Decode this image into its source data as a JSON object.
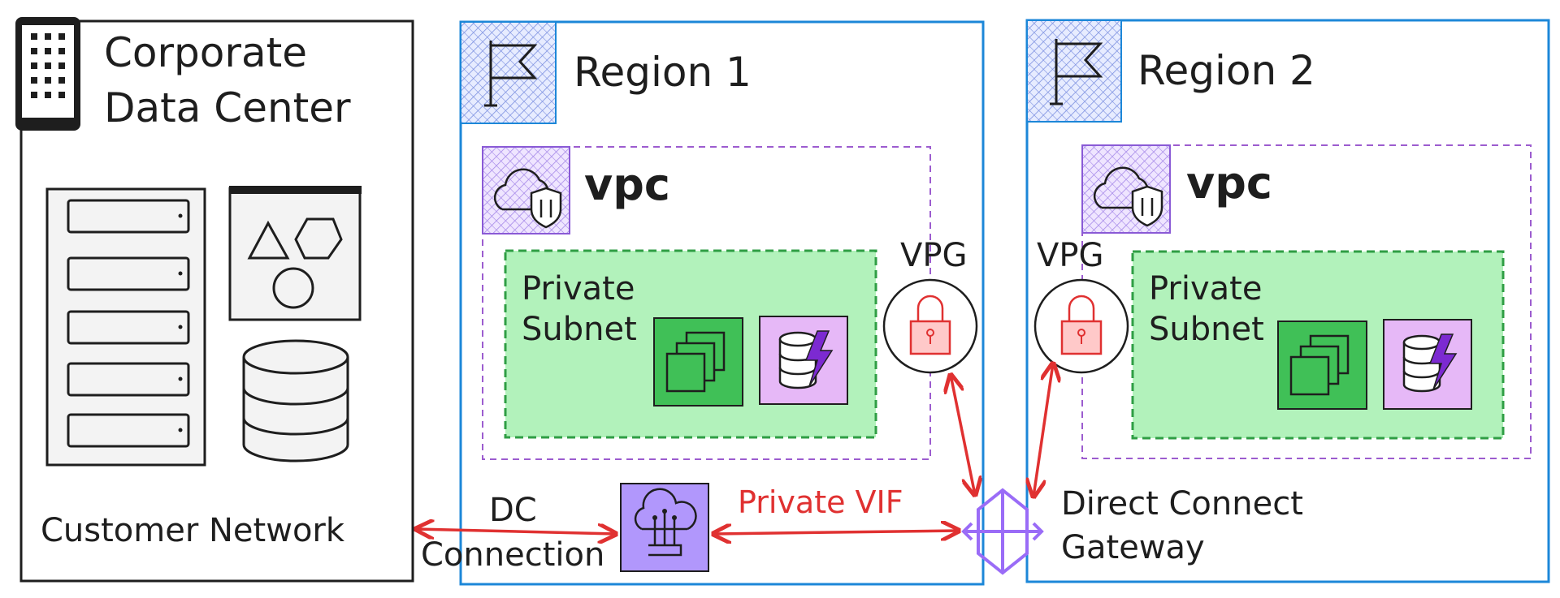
{
  "corporate_dc": {
    "title_line1": "Corporate",
    "title_line2": "Data Center",
    "network_label": "Customer Network",
    "icons": [
      "office-building-icon",
      "server-rack-icon",
      "shapes-panel-icon",
      "database-icon"
    ]
  },
  "regions": [
    {
      "label": "Region 1",
      "icon": "flag-icon",
      "vpc_label": "vpc",
      "subnet_line1": "Private",
      "subnet_line2": "Subnet",
      "vpg_label": "VPG"
    },
    {
      "label": "Region 2",
      "icon": "flag-icon",
      "vpc_label": "vpc",
      "subnet_line1": "Private",
      "subnet_line2": "Subnet",
      "vpg_label": "VPG"
    }
  ],
  "connections": {
    "dc_line1": "DC",
    "dc_line2": "Connection",
    "vif": "Private VIF",
    "dxgw_line1": "Direct Connect",
    "dxgw_line2": "Gateway"
  },
  "colors": {
    "region_border": "#1c87d8",
    "vpc_border": "#9c5ccf",
    "subnet_fill": "#b2f2bb",
    "subnet_border": "#2f9e44",
    "ec2_fill": "#40c057",
    "db_fill": "#e6b8f7",
    "arrow": "#e03131",
    "dx_fill": "#b197fc",
    "dxgw_stroke": "#9a6cf7"
  }
}
